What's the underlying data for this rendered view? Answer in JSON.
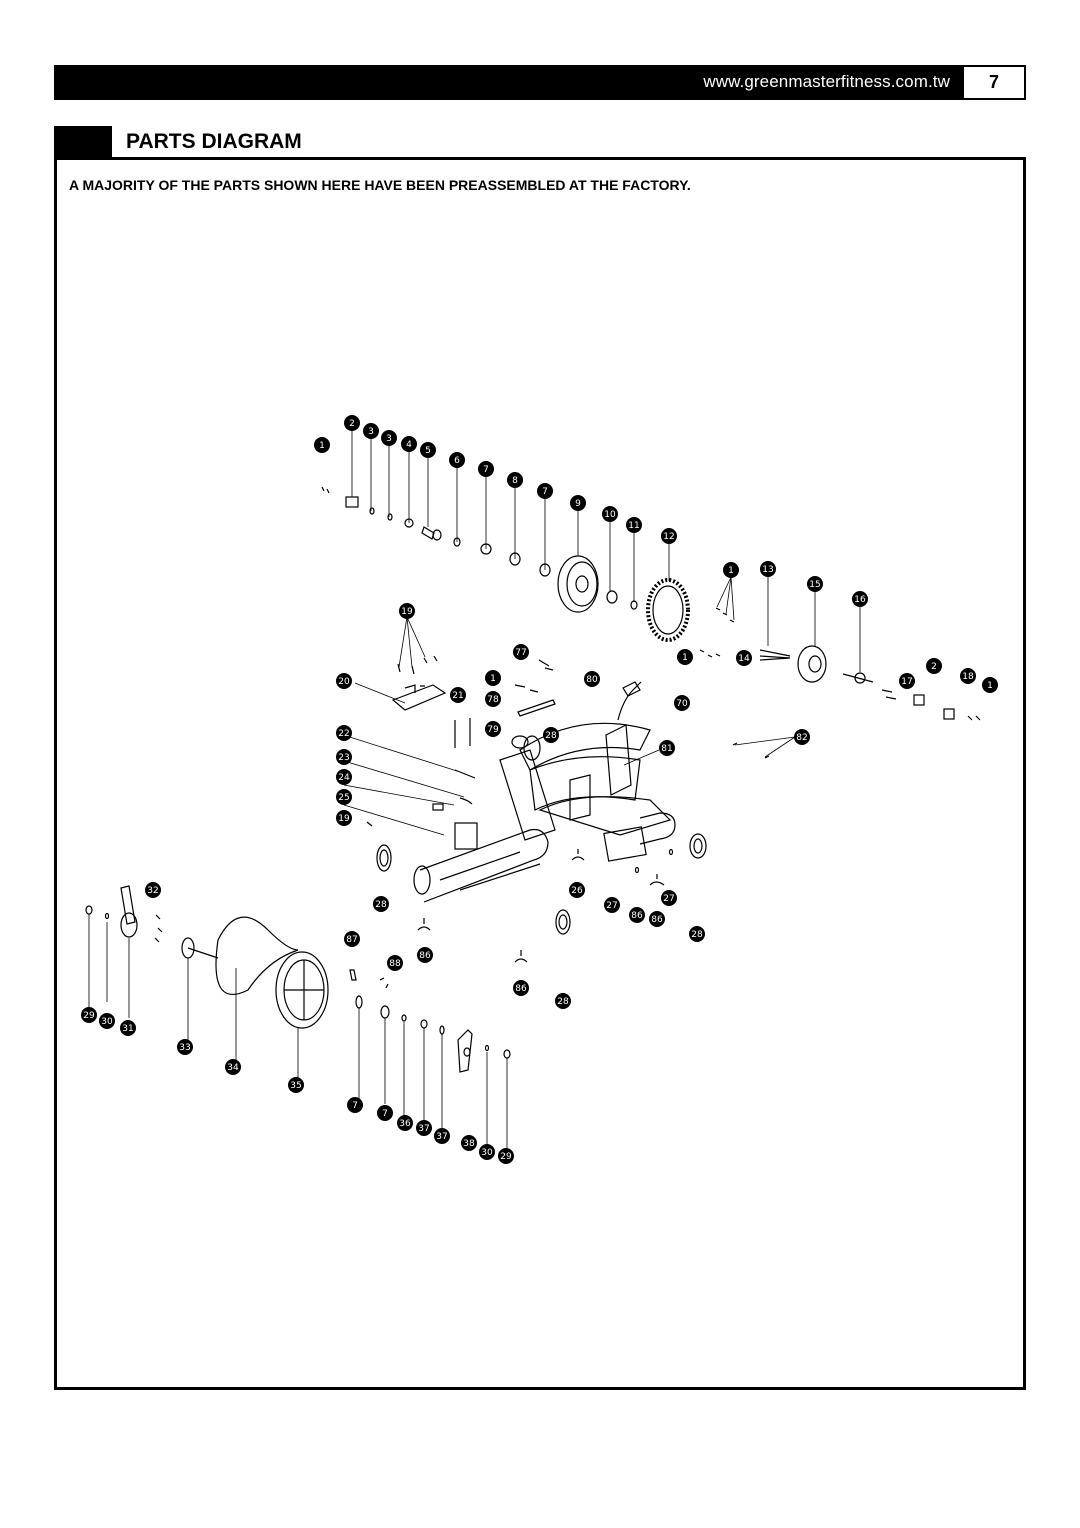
{
  "header": {
    "url": "www.greenmasterfitness.com.tw",
    "page_number": "7"
  },
  "section": {
    "title": "PARTS DIAGRAM",
    "note": "A MAJORITY OF THE PARTS SHOWN HERE HAVE BEEN PREASSEMBLED AT THE FACTORY."
  },
  "callouts": [
    "1",
    "2",
    "3",
    "3",
    "4",
    "5",
    "6",
    "7",
    "8",
    "7",
    "9",
    "10",
    "11",
    "12",
    "1",
    "13",
    "15",
    "16",
    "19",
    "77",
    "1",
    "1",
    "14",
    "2",
    "18",
    "1",
    "17",
    "20",
    "21",
    "78",
    "80",
    "70",
    "22",
    "79",
    "28",
    "81",
    "82",
    "23",
    "24",
    "25",
    "19",
    "32",
    "28",
    "26",
    "27",
    "27",
    "86",
    "86",
    "28",
    "87",
    "86",
    "88",
    "86",
    "28",
    "29",
    "30",
    "31",
    "33",
    "34",
    "35",
    "7",
    "7",
    "36",
    "37",
    "37",
    "38",
    "30",
    "29"
  ]
}
